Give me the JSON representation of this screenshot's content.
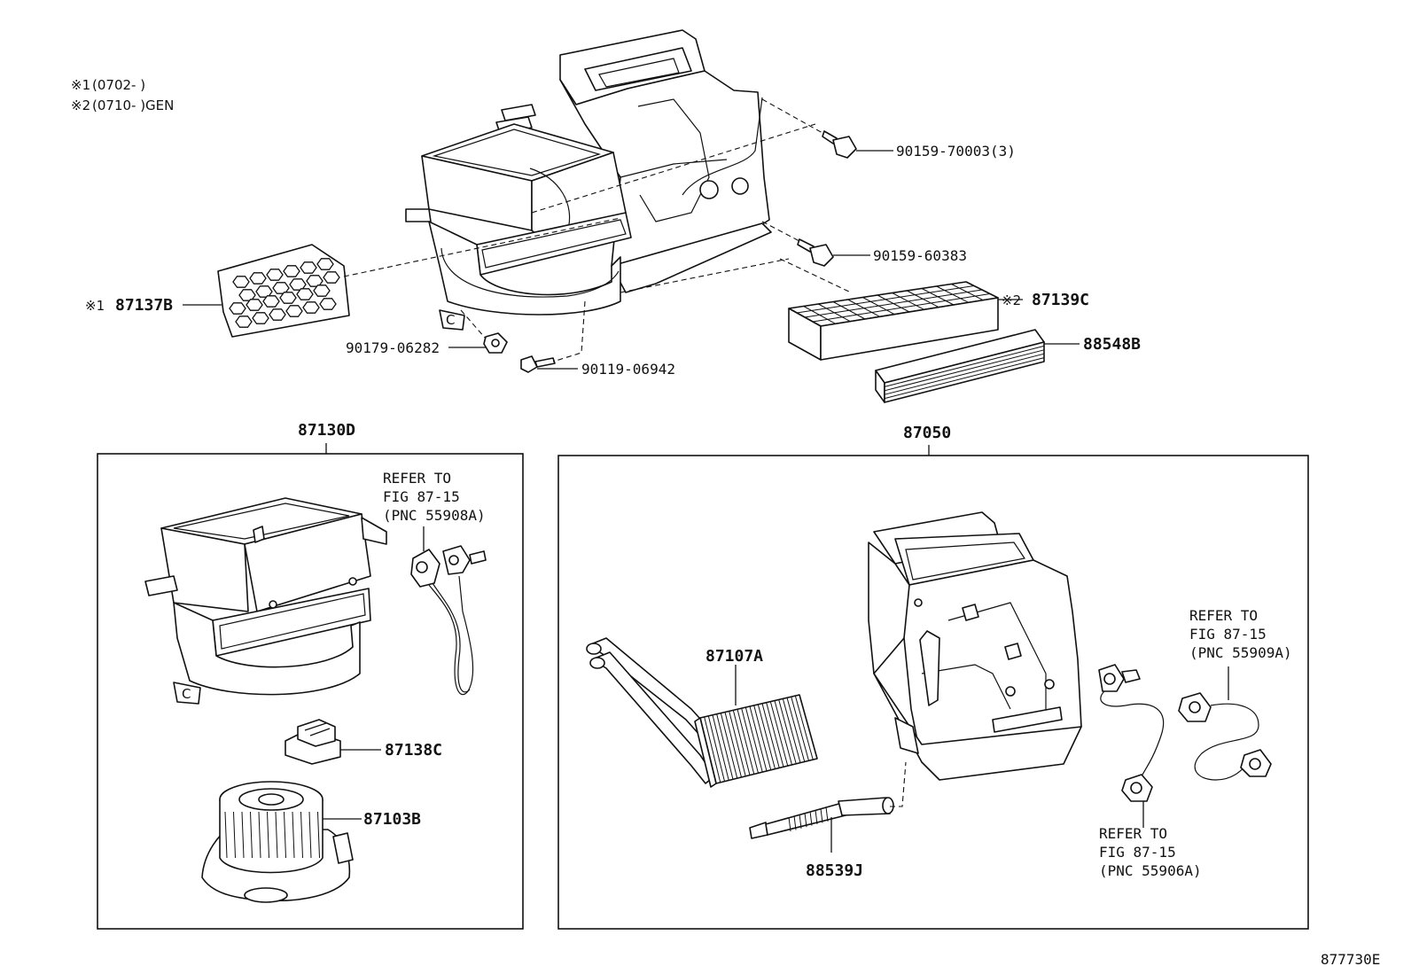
{
  "notes": [
    {
      "mark": "※1",
      "text": "(0702-     )"
    },
    {
      "mark": "※2",
      "text": "(0710-     )GEN"
    }
  ],
  "callouts": {
    "bolt_70003": "90159-70003(3)",
    "bolt_60383": "90159-60383",
    "filter_note": "※2",
    "filter": "87139C",
    "cover_note": "※1",
    "cover": "87137B",
    "nut": "90179-06282",
    "screw": "90119-06942",
    "louver": "88548B",
    "blower_kit": "87130D",
    "heater_kit": "87050",
    "resistor": "87138C",
    "blower_motor": "87103B",
    "heater_core": "87107A",
    "aspirator": "88539J"
  },
  "refs": {
    "ref1": [
      "REFER TO",
      "FIG 87-15",
      "(PNC 55908A)"
    ],
    "ref2": [
      "REFER TO",
      "FIG 87-15",
      "(PNC 55909A)"
    ],
    "ref3": [
      "REFER TO",
      "FIG 87-15",
      "(PNC 55906A)"
    ]
  },
  "figure_id": "877730E"
}
